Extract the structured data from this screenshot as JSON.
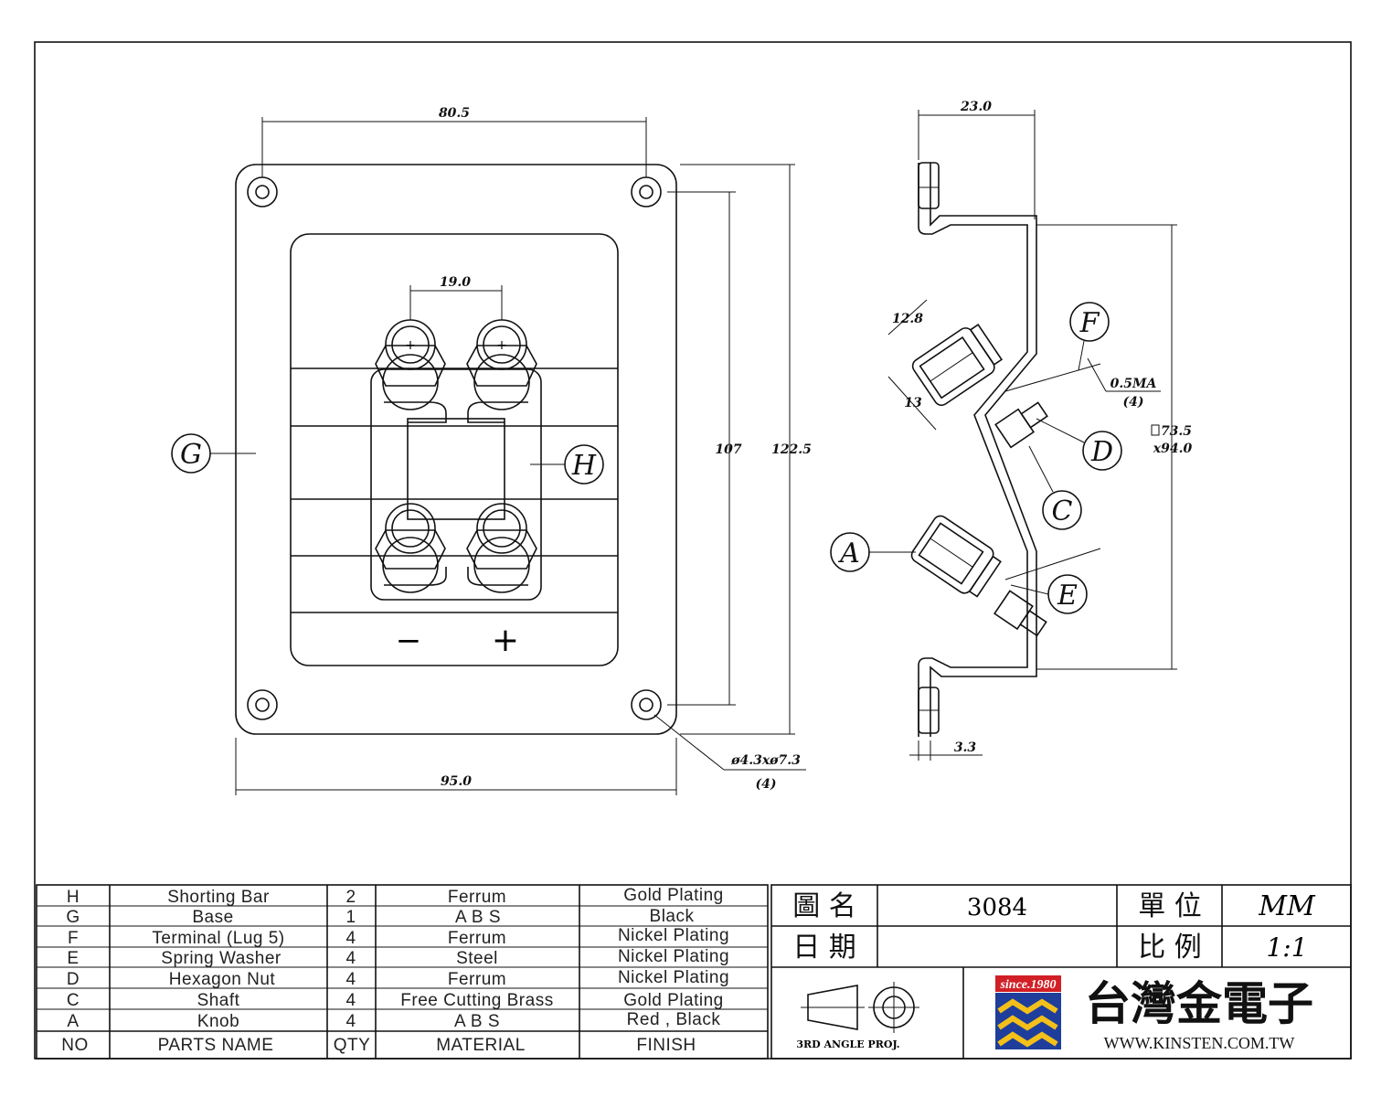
{
  "front_view": {
    "dim_top": "80.5",
    "dim_post_spacing": "19.0",
    "dim_inner_height": "107",
    "dim_outer_height": "122.5",
    "dim_width": "95.0",
    "hole_note": "ø4.3xø7.3",
    "hole_qty": "(4)",
    "polarity_minus": "−",
    "polarity_plus": "+",
    "post_plus_1": "+",
    "post_plus_2": "+",
    "label_G": "G",
    "label_H": "H"
  },
  "side_view": {
    "dim_depth": "23.0",
    "dim_hex": "12.8",
    "dim_13": "13",
    "dim_lug": "0.5MA",
    "dim_lug_qty": "(4)",
    "cutout_1": "73.5",
    "cutout_2": "x94.0",
    "dim_flange": "3.3",
    "label_A": "A",
    "label_C": "C",
    "label_D": "D",
    "label_E": "E",
    "label_F": "F"
  },
  "parts_table": {
    "rows": [
      {
        "no": "H",
        "name": "Shorting  Bar",
        "qty": "2",
        "material": "Ferrum",
        "finish": "Gold  Plating"
      },
      {
        "no": "G",
        "name": "Base",
        "qty": "1",
        "material": "A  B  S",
        "finish": "Black"
      },
      {
        "no": "F",
        "name": "Terminal   (Lug 5)",
        "qty": "4",
        "material": "Ferrum",
        "finish": "Nickel Plating"
      },
      {
        "no": "E",
        "name": "Spring Washer",
        "qty": "4",
        "material": "Steel",
        "finish": "Nickel Plating"
      },
      {
        "no": "D",
        "name": "Hexagon  Nut",
        "qty": "4",
        "material": "Ferrum",
        "finish": "Nickel Plating"
      },
      {
        "no": "C",
        "name": "Shaft",
        "qty": "4",
        "material": "Free  Cutting  Brass",
        "finish": "Gold  Plating"
      },
      {
        "no": "A",
        "name": "Knob",
        "qty": "4",
        "material": "A  B  S",
        "finish": "Red   ,   Black"
      }
    ],
    "header": {
      "no": "NO",
      "name": "PARTS  NAME",
      "qty": "QTY",
      "material": "MATERIAL",
      "finish": "FINISH"
    }
  },
  "title_block": {
    "name_label": "圖 名",
    "name_value": "3084",
    "unit_label": "單 位",
    "unit_value": "MM",
    "date_label": "日 期",
    "date_value": "",
    "scale_label": "比 例",
    "scale_value": "1:1",
    "projection_label": "3RD  ANGLE  PROJ.",
    "logo_since": "since.1980",
    "company_name": "台灣金電子",
    "company_url": "WWW.KINSTEN.COM.TW"
  }
}
